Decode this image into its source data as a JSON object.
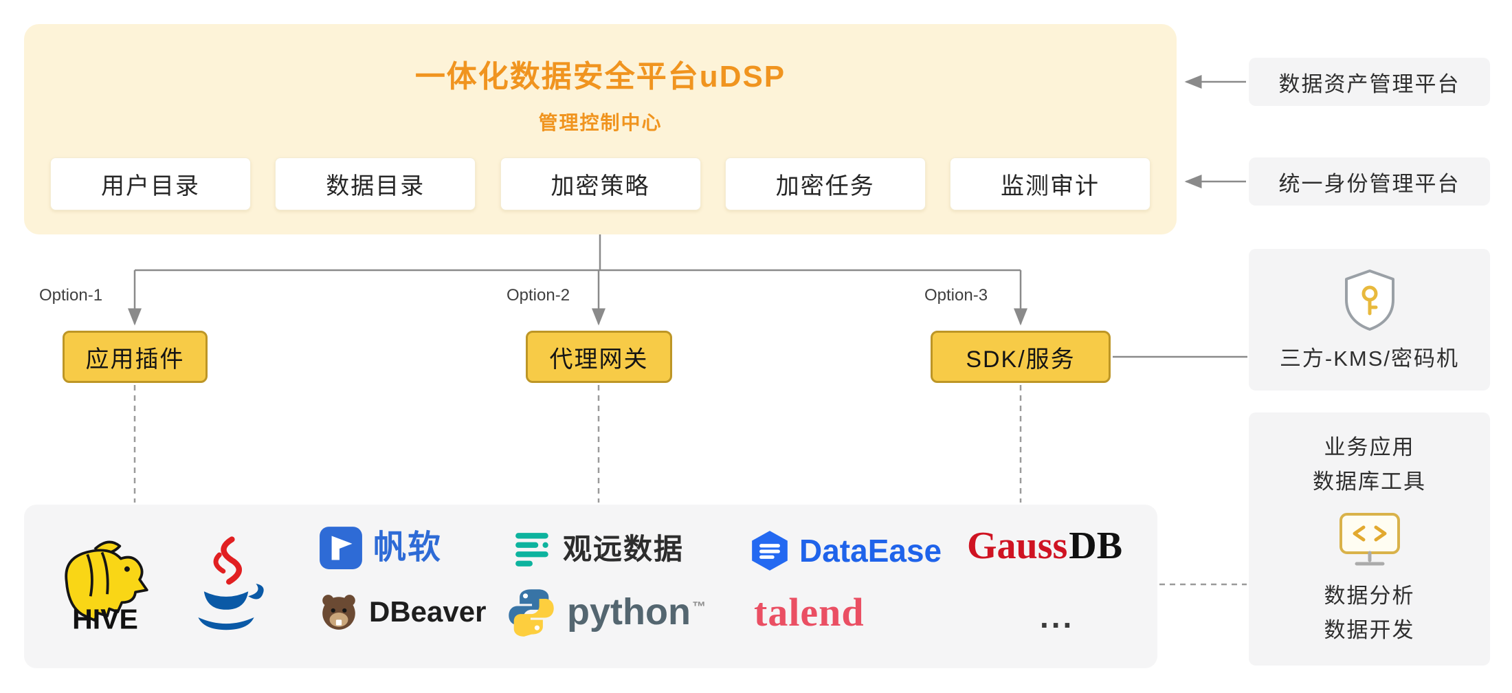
{
  "platform": {
    "title": "一体化数据安全平台uDSP",
    "subtitle": "管理控制中心",
    "modules": [
      {
        "label": "用户目录"
      },
      {
        "label": "数据目录"
      },
      {
        "label": "加密策略"
      },
      {
        "label": "加密任务"
      },
      {
        "label": "监测审计"
      }
    ]
  },
  "options": [
    {
      "label": "Option-1",
      "node": "应用插件"
    },
    {
      "label": "Option-2",
      "node": "代理网关"
    },
    {
      "label": "Option-3",
      "node": "SDK/服务"
    }
  ],
  "right_panel": {
    "asset_platform": "数据资产管理平台",
    "identity_platform": "统一身份管理平台",
    "kms_label": "三方-KMS/密码机",
    "kms_icon": "shield-key-icon",
    "tools_line1": "业务应用",
    "tools_line2": "数据库工具",
    "tools_icon": "monitor-code-icon",
    "tools_line3": "数据分析",
    "tools_line4": "数据开发"
  },
  "ecosystem": {
    "hive": "HIVE",
    "fanruan": "帆软",
    "dbeaver": "DBeaver",
    "guanyuan": "观远数据",
    "python": "python",
    "python_tm": "™",
    "dataease": "DataEase",
    "talend": "talend",
    "gauss": "Gauss",
    "gauss_db": "DB",
    "more": "..."
  },
  "colors": {
    "accent_orange": "#F0941F",
    "platform_cream": "#FDF3D8",
    "node_yellow": "#F7CB47",
    "node_border": "#BD9626",
    "line_gray": "#8A8A8A",
    "side_panel_gray": "#F4F4F5"
  }
}
